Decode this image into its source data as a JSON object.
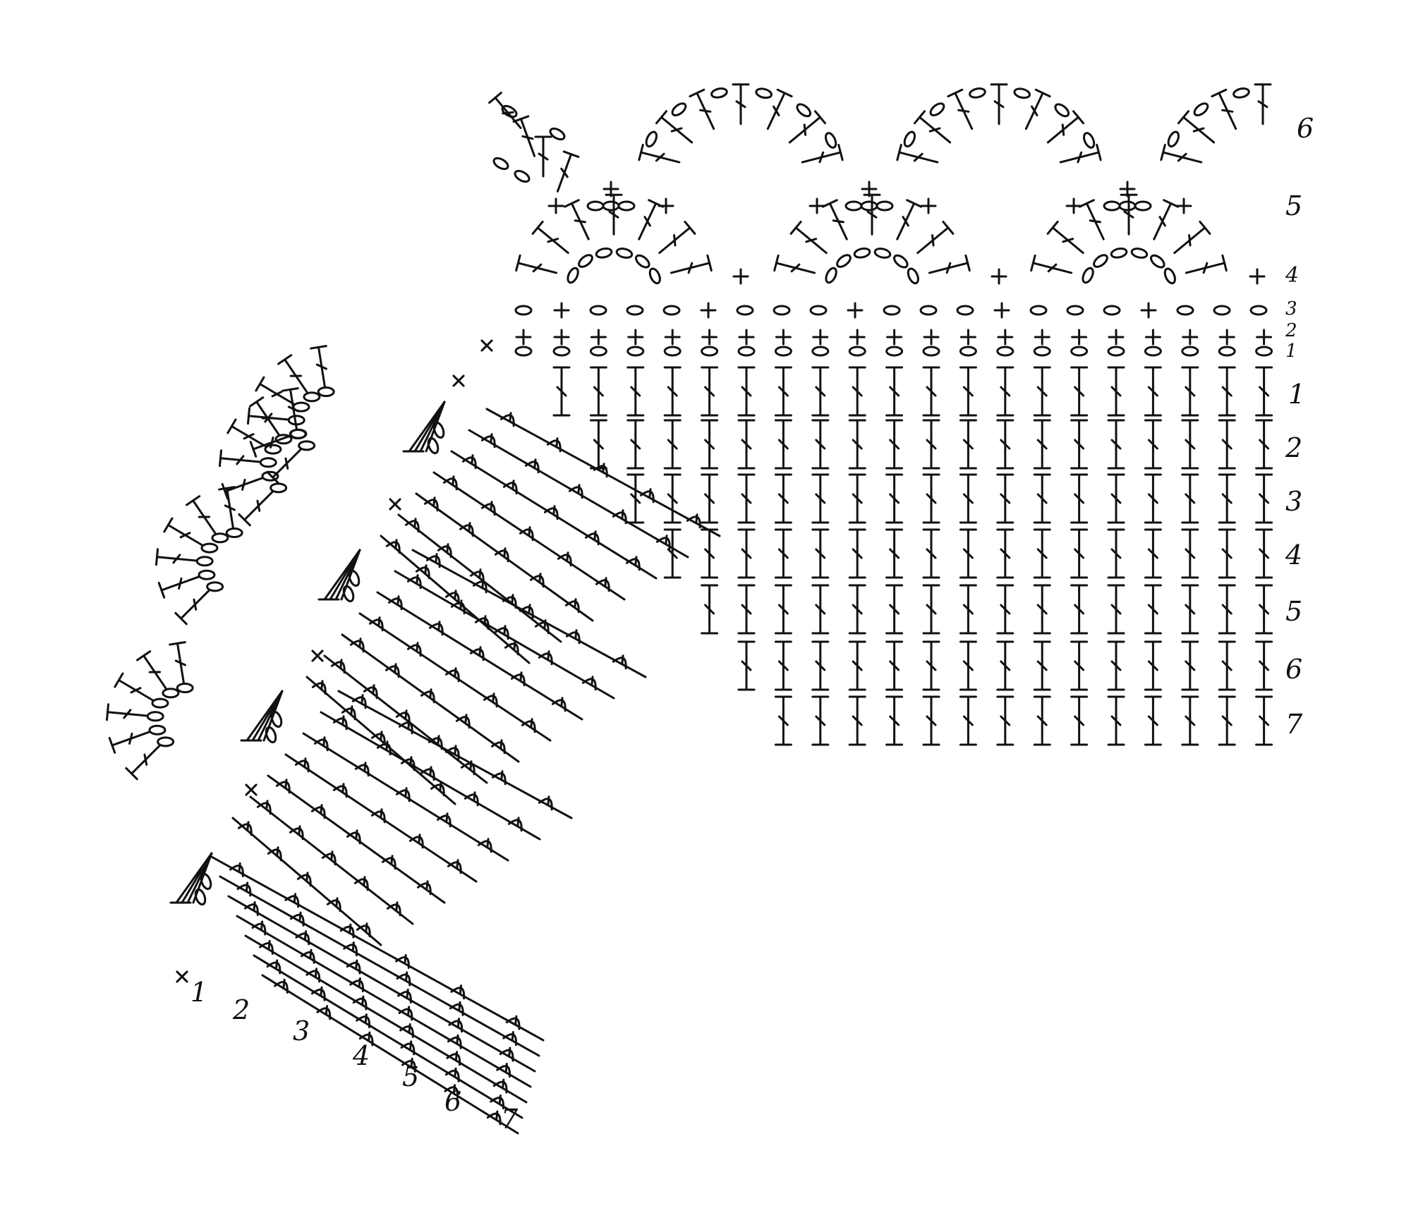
{
  "diagram": {
    "stitch_color": "#111111",
    "background": "#ffffff",
    "border_rows_right": [
      "6",
      "5",
      "4",
      "3",
      "2",
      "1"
    ],
    "body_rows_right": [
      "1",
      "2",
      "3",
      "4",
      "5",
      "6",
      "7"
    ],
    "diagonal_rows_bottom": [
      "1",
      "2",
      "3",
      "4",
      "5",
      "6",
      "7"
    ],
    "stitch_symbols": [
      "chain-oval",
      "single-crochet-plus",
      "double-crochet-T",
      "treble-crochet",
      "bobble-cluster",
      "puff-stitch"
    ]
  }
}
